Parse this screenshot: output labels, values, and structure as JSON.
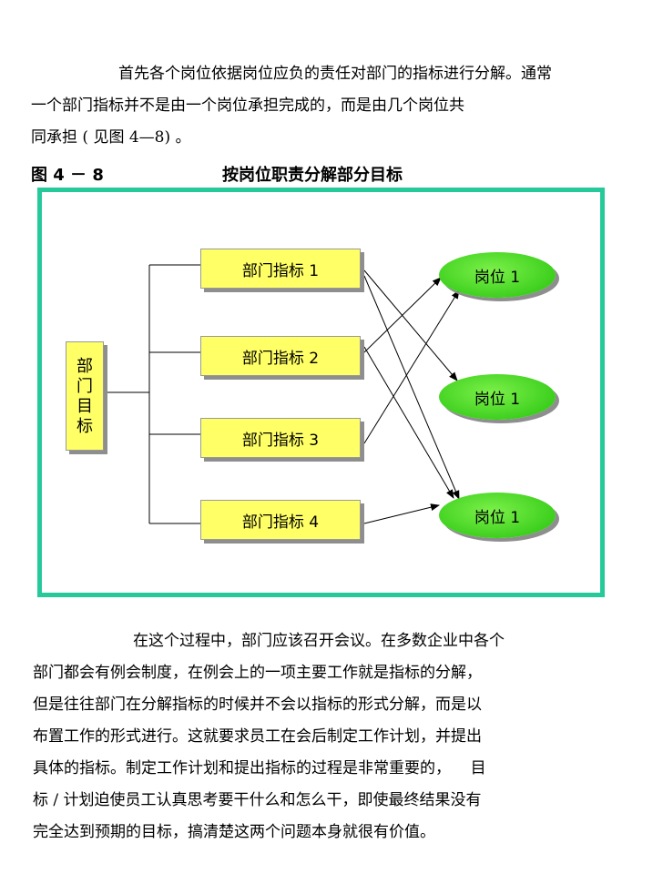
{
  "paragraphs": {
    "intro": [
      "首先各个岗位依据岗位应负的责任对部门的指标进行分解。通常",
      "一个部门指标并不是由一个岗位承担完成的，而是由几个岗位共",
      "同承担 ( 见图 4—8) 。"
    ],
    "body": [
      "在这个过程中，部门应该召开会议。在多数企业中各个",
      "部门都会有例会制度，在例会上的一项主要工作就是指标的分解，",
      "但是往往部门在分解指标的时候并不会以指标的形式分解，而是以",
      "布置工作的形式进行。这就要求员工在会后制定工作计划，并提出",
      "具体的指标。制定工作计划和提出指标的过程是非常重要的，    目",
      "标 / 计划迫使员工认真思考要干什么和怎么干，即使最终结果没有",
      "完全达到预期的目标，搞清楚这两个问题本身就很有价值。"
    ]
  },
  "figure": {
    "number": "图 4 － 8",
    "title": "按岗位职责分解部分目标",
    "frame_color": "#26c99a",
    "box_color": "#ffff66",
    "ellipse_color": "#3ed01e",
    "root": "部门目标",
    "indicators": [
      "部门指标 1",
      "部门指标 2",
      "部门指标 3",
      "部门指标 4"
    ],
    "positions": [
      "岗位 1",
      "岗位 1",
      "岗位 1"
    ]
  }
}
